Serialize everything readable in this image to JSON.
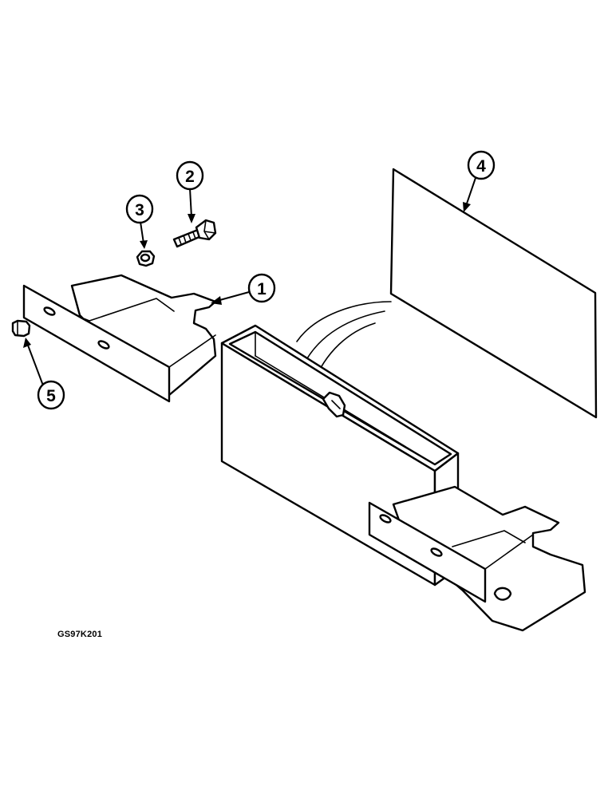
{
  "figure_code": "GS97K201",
  "callouts": [
    {
      "id": "1",
      "label": "1"
    },
    {
      "id": "2",
      "label": "2"
    },
    {
      "id": "3",
      "label": "3"
    },
    {
      "id": "4",
      "label": "4"
    },
    {
      "id": "5",
      "label": "5"
    }
  ]
}
